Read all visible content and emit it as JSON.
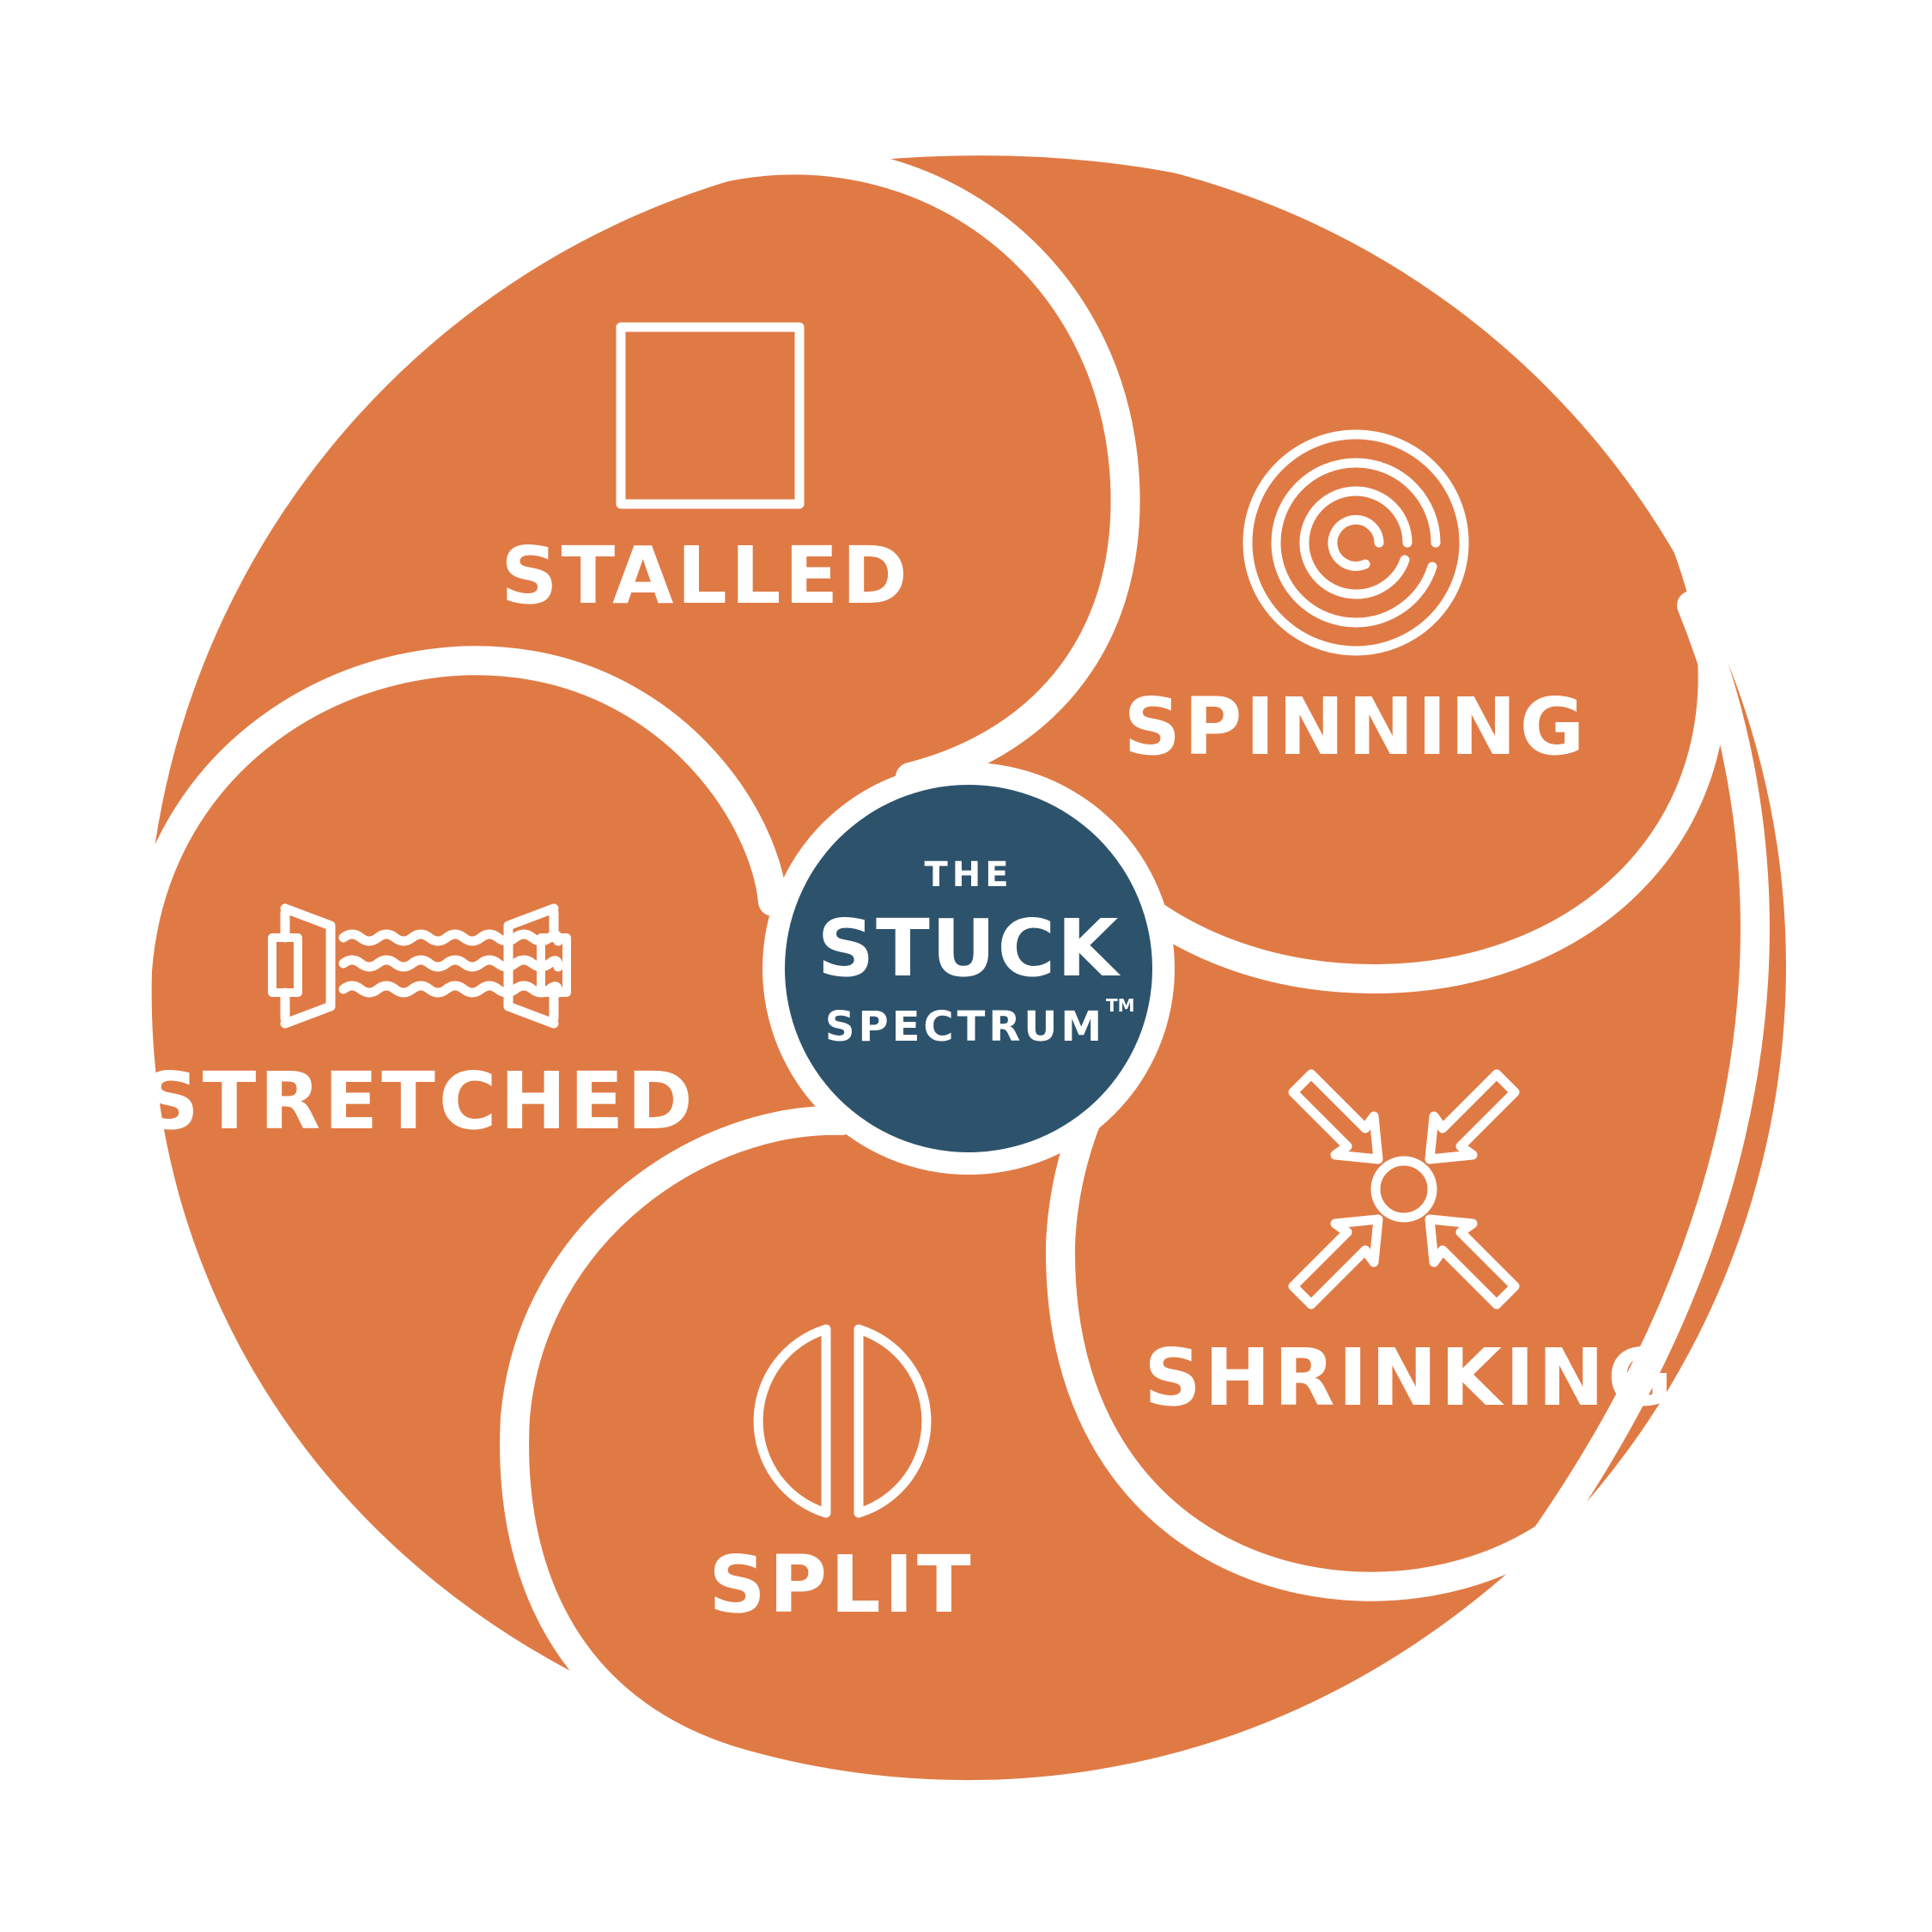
{
  "colors": {
    "segment": "#E07A45",
    "center": "#2D536C",
    "separator": "#FFFFFF",
    "background": "#FFFFFF"
  },
  "center": {
    "line1": "THE",
    "line2": "STUCK",
    "line3": "SPECTRUM",
    "trademark": "TM"
  },
  "segments": [
    {
      "id": "stalled",
      "label": "STALLED",
      "icon": "square-icon"
    },
    {
      "id": "spinning",
      "label": "SPINNING",
      "icon": "spiral-icon"
    },
    {
      "id": "shrinking",
      "label": "SHRINKING",
      "icon": "inward-arrows-icon"
    },
    {
      "id": "split",
      "label": "SPLIT",
      "icon": "split-circle-icon"
    },
    {
      "id": "stretched",
      "label": "STRETCHED",
      "icon": "stretched-bar-icon"
    }
  ]
}
